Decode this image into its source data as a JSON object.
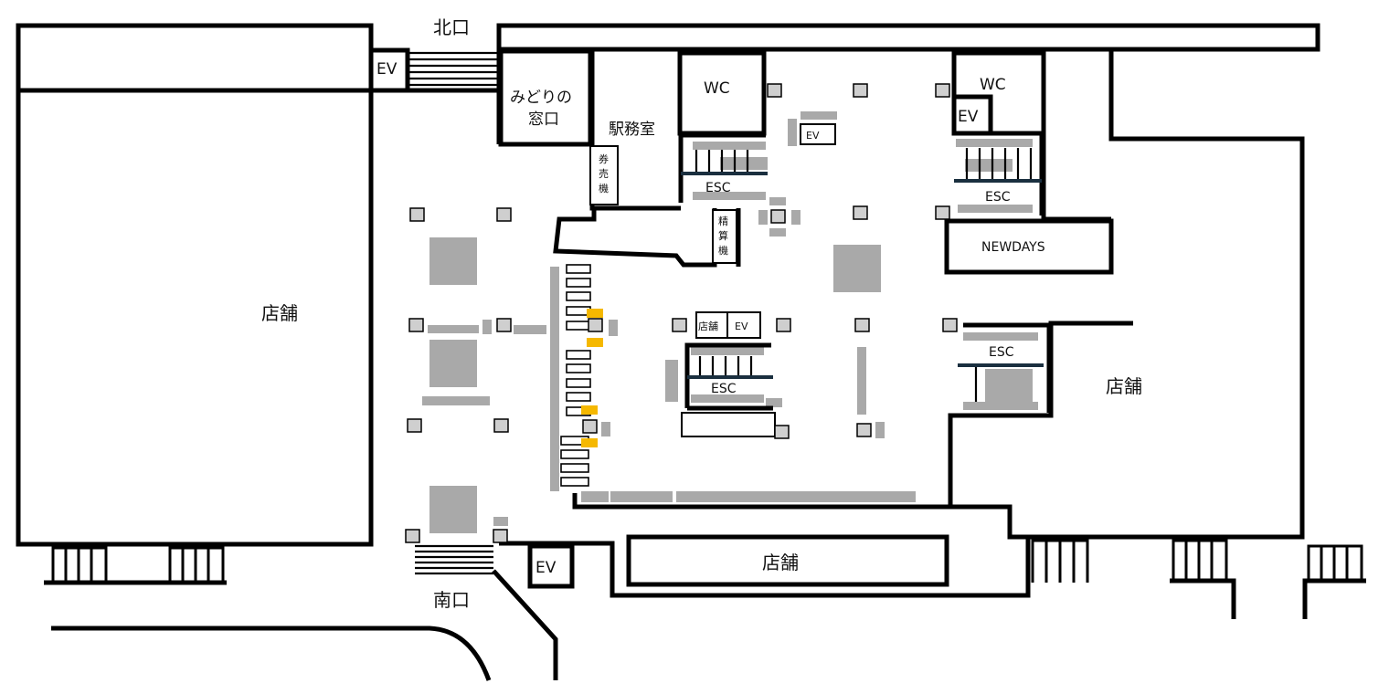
{
  "entrances": {
    "north": "北口",
    "south": "南口"
  },
  "facilities": {
    "midori_window_line1": "みどりの",
    "midori_window_line2": "窓口",
    "station_office": "駅務室",
    "ticket_machine": [
      "券",
      "売",
      "機"
    ],
    "fare_adjust": [
      "精",
      "算",
      "機"
    ],
    "newdays": "NEWDAYS"
  },
  "labels": {
    "ev": "EV",
    "wc": "WC",
    "esc": "ESC",
    "shop": "店舗"
  },
  "colors": {
    "wall": "#000000",
    "pillar": "#cfcfcf",
    "obstacle": "#a9a9a9",
    "gate_highlight": "#f5b800",
    "escalator_bar": "#1a2f3f"
  }
}
